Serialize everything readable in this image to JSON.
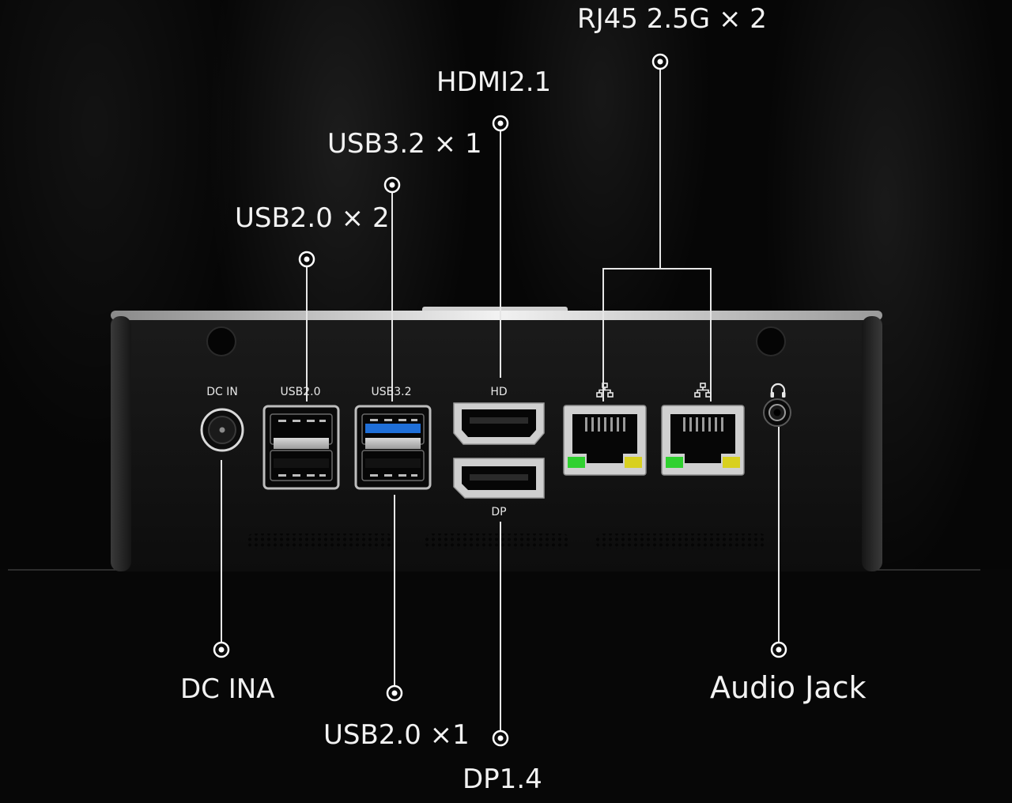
{
  "callouts": {
    "rj45": "RJ45 2.5G × 2",
    "hdmi": "HDMI2.1",
    "usb32": "USB3.2 × 1",
    "usb20_top": "USB2.0 × 2",
    "dc_in": "DC INA",
    "usb20_bottom": "USB2.0 ×1",
    "dp": "DP1.4",
    "audio": "Audio Jack"
  },
  "port_labels": {
    "dc_in": "DC IN",
    "usb20": "USB2.0",
    "usb32": "USB3.2",
    "hd": "HD",
    "dp": "DP"
  },
  "icons": {
    "lan_1": "network-icon",
    "lan_2": "network-icon",
    "audio": "headphone-icon"
  },
  "colors": {
    "background": "#060606",
    "chassis": "#1a1a1a",
    "usb3_blue": "#1f6fd8",
    "led_green": "#2fd12f",
    "led_yellow": "#d8d020",
    "line": "#e6e6e6"
  }
}
